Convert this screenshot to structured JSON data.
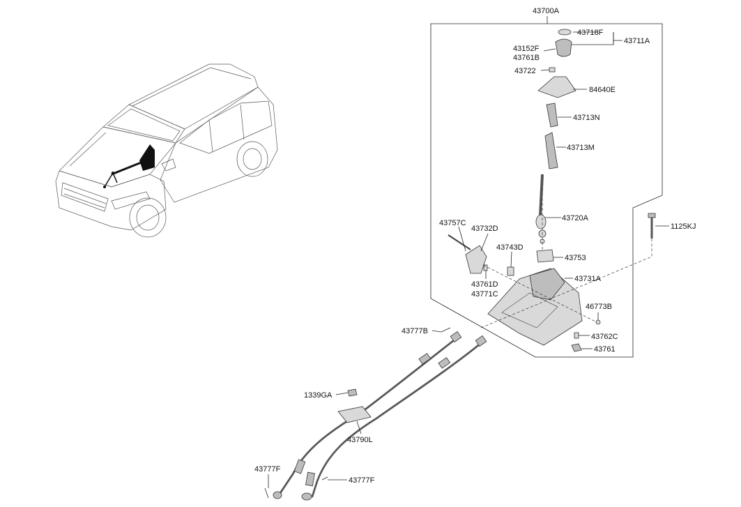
{
  "diagram": {
    "labels": {
      "assembly": "43700A",
      "p43718F": "43718F",
      "p43711A": "43711A",
      "p43152F": "43152F",
      "p43761B": "43761B",
      "p43722": "43722",
      "p84640E": "84640E",
      "p43713N": "43713N",
      "p43713M": "43713M",
      "p43720A": "43720A",
      "p43757C": "43757C",
      "p43732D": "43732D",
      "p43743D": "43743D",
      "p43753": "43753",
      "p43731A": "43731A",
      "p43761D": "43761D",
      "p43771C": "43771C",
      "p46773B": "46773B",
      "p43762C": "43762C",
      "p43761": "43761",
      "p1125KJ": "1125KJ",
      "p43777B": "43777B",
      "p1339GA": "1339GA",
      "p43790L": "43790L",
      "p43777F_left": "43777F",
      "p43777F_right": "43777F"
    }
  }
}
